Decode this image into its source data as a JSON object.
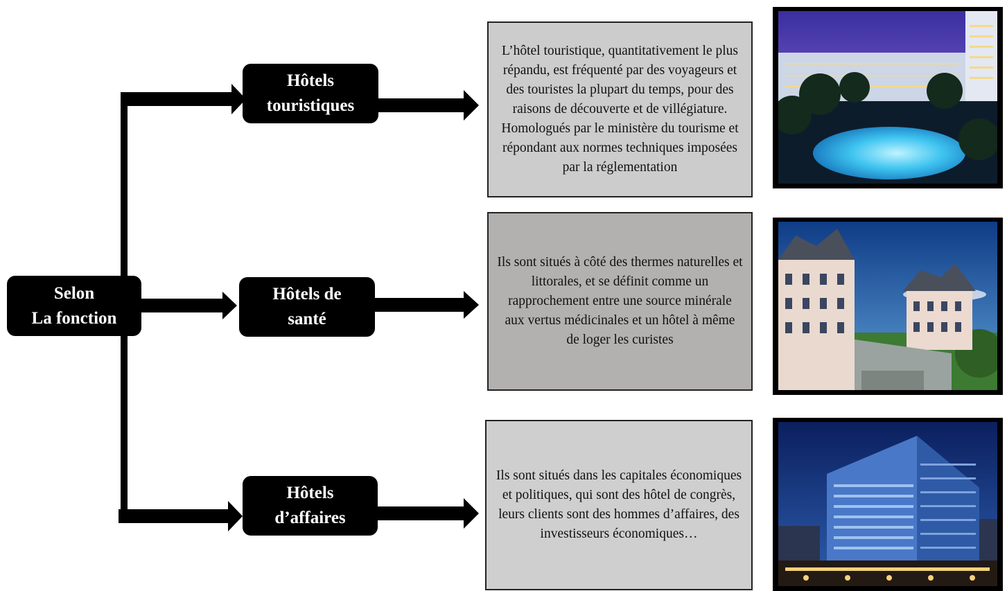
{
  "root": {
    "label": "Selon\nLa fonction"
  },
  "categories": [
    {
      "label": "Hôtels\ntouristiques",
      "description": "L’hôtel touristique, quantitativement le plus répandu, est fréquenté par des voyageurs et des touristes la plupart du temps, pour des raisons de découverte et de villégiature. Homologués par le ministère du tourisme et répondant aux normes techniques imposées par la réglementation",
      "photo": "hotel-pool-night-photo"
    },
    {
      "label": "Hôtels de\nsanté",
      "description": "Ils sont situés à côté des thermes naturelles et littorales, et se définit comme un rapprochement entre une source minérale aux vertus médicinales et un hôtel à même de loger les curistes",
      "photo": "spa-hotel-villas-photo"
    },
    {
      "label": "Hôtels\nd’affaires",
      "description": "Ils sont situés dans les capitales économiques et politiques, qui sont des hôtel de congrès, leurs clients sont des hommes d’affaires, des investisseurs économiques…",
      "photo": "business-hotel-tower-photo"
    }
  ],
  "colors": {
    "node": "#000000",
    "node_text": "#ffffff",
    "desc_fill_1": "#cccccc",
    "desc_fill_2": "#b3b0b0",
    "desc_fill_3": "#cfcfcf"
  }
}
